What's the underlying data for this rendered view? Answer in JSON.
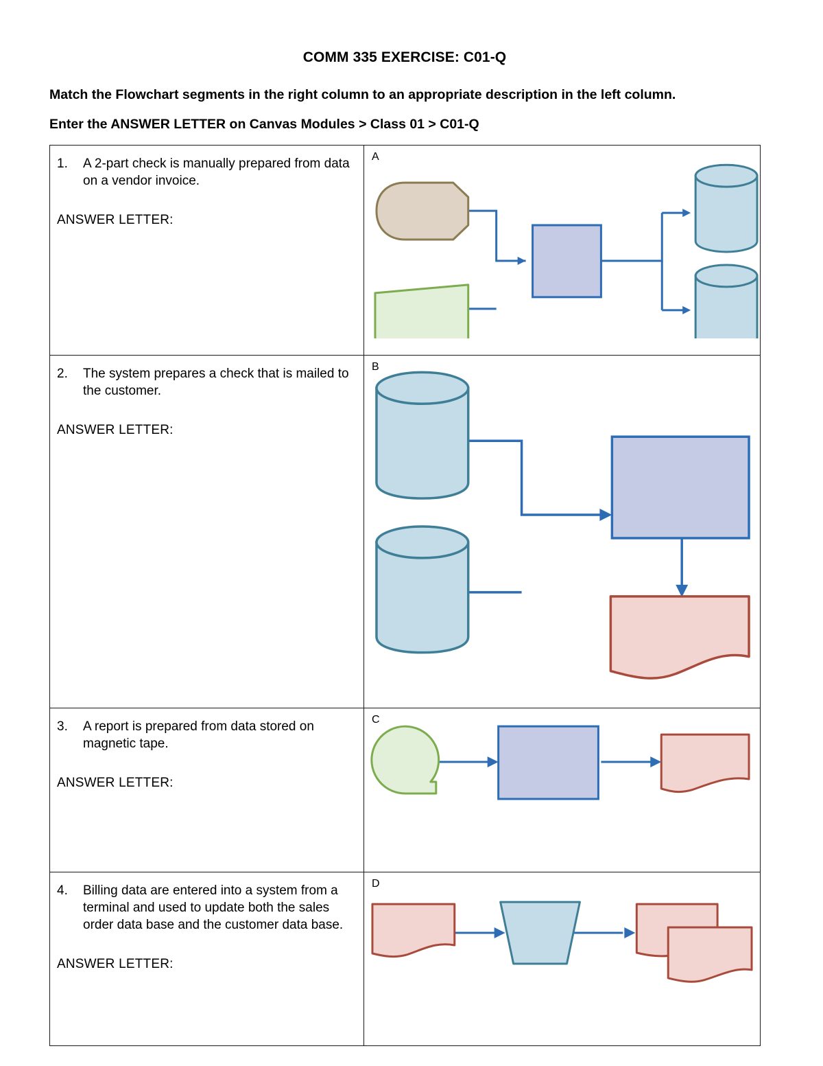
{
  "document": {
    "title": "COMM 335 EXERCISE: C01-Q",
    "instruction_1": "Match the Flowchart segments in the right column to an appropriate description in the left column.",
    "instruction_2": "Enter the ANSWER LETTER on Canvas Modules > Class 01 > C01-Q",
    "answer_label": "ANSWER LETTER:"
  },
  "colors": {
    "process_fill": "#c5cbe5",
    "process_stroke": "#2e6db4",
    "cylinder_fill": "#c4dce8",
    "cylinder_stroke": "#3e7e96",
    "document_fill": "#f2d5d0",
    "document_stroke": "#a84b3c",
    "stored_data_fill": "#ded3c4",
    "stored_data_stroke": "#8c7b53",
    "manual_input_fill": "#e2efd9",
    "manual_input_stroke": "#7cac4e",
    "tape_fill": "#e2efd9",
    "tape_stroke": "#7cac4e",
    "trapezoid_fill": "#c4dce8",
    "trapezoid_stroke": "#3e7e96",
    "connector": "#2e6db4",
    "table_border": "#1a1a1a",
    "text": "#000000"
  },
  "rows": [
    {
      "number": "1.",
      "description": "A 2-part check is manually prepared from data on a vendor invoice.",
      "answer_label": "ANSWER LETTER:",
      "flow_letter": "A",
      "flow_shapes": [
        "stored-data-shape",
        "manual-input-shape",
        "process-rectangle",
        "database-cylinder-top",
        "database-cylinder-bottom"
      ]
    },
    {
      "number": "2.",
      "description": "The system prepares a check that is mailed to the customer.",
      "answer_label": "ANSWER LETTER:",
      "flow_letter": "B",
      "flow_shapes": [
        "database-cylinder-top",
        "database-cylinder-bottom",
        "process-rectangle",
        "document-shape"
      ]
    },
    {
      "number": "3.",
      "description": "A report is prepared from data stored on magnetic tape.",
      "answer_label": "ANSWER LETTER:",
      "flow_letter": "C",
      "flow_shapes": [
        "magnetic-tape-shape",
        "process-rectangle",
        "document-shape"
      ]
    },
    {
      "number": "4.",
      "description": "Billing data are entered into a system from a terminal and used to update both the sales order data base and the customer data base.",
      "answer_label": "ANSWER LETTER:",
      "flow_letter": "D",
      "flow_shapes": [
        "document-shape",
        "manual-operation-trapezoid",
        "document-shape-stacked"
      ]
    }
  ]
}
